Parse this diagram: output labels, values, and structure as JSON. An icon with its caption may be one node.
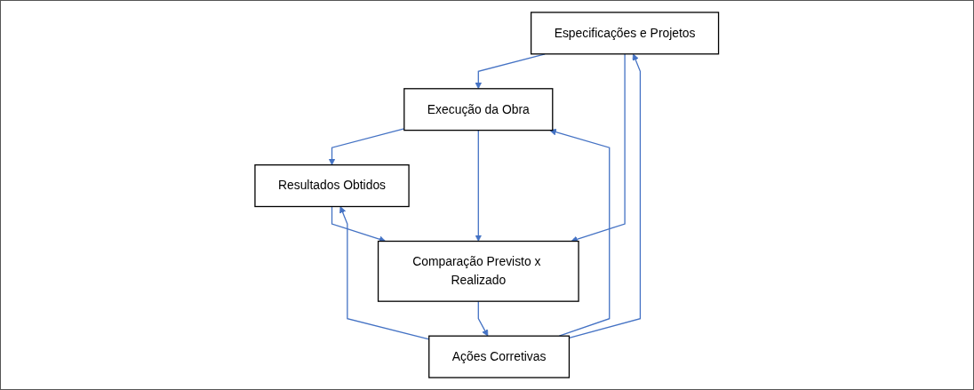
{
  "diagram": {
    "nodes": [
      {
        "text": [
          "Especificações e Projetos"
        ]
      },
      {
        "text": [
          "Execução da Obra"
        ]
      },
      {
        "text": [
          "Resultados Obtidos"
        ]
      },
      {
        "text": [
          "Comparação Previsto x Realizado"
        ]
      },
      {
        "text": [
          "Ações Corretivas"
        ]
      }
    ],
    "edges": [
      {
        "from": 0,
        "to": 1,
        "arrow": "to"
      },
      {
        "from": 1,
        "to": 2,
        "arrow": "to"
      },
      {
        "from": 1,
        "to": 3,
        "arrow": "to"
      },
      {
        "from": 0,
        "to": 3,
        "arrow": "to"
      },
      {
        "from": 2,
        "to": 3,
        "arrow": "to"
      },
      {
        "from": 3,
        "to": 4,
        "arrow": "to"
      },
      {
        "from": 4,
        "to": 1,
        "arrow": "to"
      },
      {
        "from": 4,
        "to": 0,
        "arrow": "to"
      },
      {
        "from": 4,
        "to": 2,
        "arrow": "to"
      }
    ]
  }
}
